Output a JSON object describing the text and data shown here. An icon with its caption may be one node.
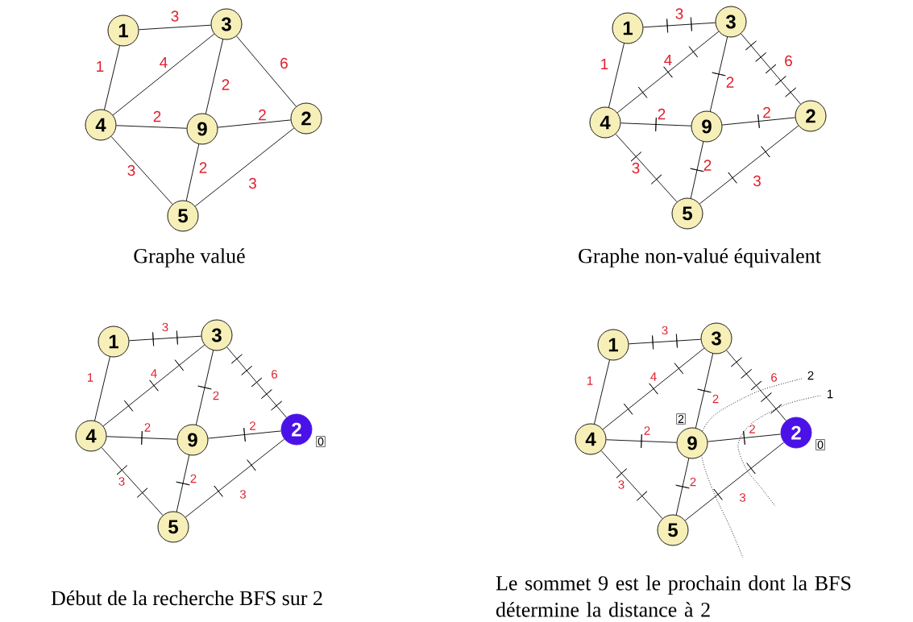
{
  "diagram": {
    "nodes": [
      {
        "text": [
          "1"
        ]
      },
      {
        "text": [
          "3"
        ]
      },
      {
        "text": [
          "4"
        ]
      },
      {
        "text": [
          "9"
        ]
      },
      {
        "text": [
          "2"
        ]
      },
      {
        "text": [
          "5"
        ]
      },
      {
        "text": [
          "1"
        ]
      },
      {
        "text": [
          "3"
        ]
      },
      {
        "text": [
          "4"
        ]
      },
      {
        "text": [
          "9"
        ]
      },
      {
        "text": [
          "2"
        ]
      },
      {
        "text": [
          "5"
        ]
      },
      {
        "text": [
          "1"
        ]
      },
      {
        "text": [
          "3"
        ]
      },
      {
        "text": [
          "4"
        ]
      },
      {
        "text": [
          "9"
        ]
      },
      {
        "text": [
          "2"
        ],
        "beside": [
          "0"
        ]
      },
      {
        "text": [
          "5"
        ]
      },
      {
        "text": [
          "1"
        ]
      },
      {
        "text": [
          "3"
        ]
      },
      {
        "text": [
          "4"
        ]
      },
      {
        "text": [
          "9"
        ],
        "beside": [
          "2"
        ]
      },
      {
        "text": [
          "2"
        ],
        "beside": [
          "0"
        ]
      },
      {
        "text": [
          "5"
        ]
      }
    ],
    "edges": [
      {
        "from": 0,
        "to": 1,
        "arrow": "none",
        "label": "3"
      },
      {
        "from": 0,
        "to": 2,
        "arrow": "none",
        "label": "1"
      },
      {
        "from": 1,
        "to": 2,
        "arrow": "none",
        "label": "4"
      },
      {
        "from": 1,
        "to": 3,
        "arrow": "none",
        "label": "2"
      },
      {
        "from": 1,
        "to": 4,
        "arrow": "none",
        "label": "6"
      },
      {
        "from": 2,
        "to": 3,
        "arrow": "none",
        "label": "2"
      },
      {
        "from": 3,
        "to": 4,
        "arrow": "none",
        "label": "2"
      },
      {
        "from": 2,
        "to": 5,
        "arrow": "none",
        "label": "3"
      },
      {
        "from": 3,
        "to": 5,
        "arrow": "none",
        "label": "2"
      },
      {
        "from": 4,
        "to": 5,
        "arrow": "none",
        "label": "3"
      },
      {
        "from": 6,
        "to": 7,
        "arrow": "none",
        "label": "3"
      },
      {
        "from": 6,
        "to": 8,
        "arrow": "none",
        "label": "1"
      },
      {
        "from": 7,
        "to": 8,
        "arrow": "none",
        "label": "4"
      },
      {
        "from": 7,
        "to": 9,
        "arrow": "none",
        "label": "2"
      },
      {
        "from": 7,
        "to": 10,
        "arrow": "none",
        "label": "6"
      },
      {
        "from": 8,
        "to": 9,
        "arrow": "none",
        "label": "2"
      },
      {
        "from": 9,
        "to": 10,
        "arrow": "none",
        "label": "2"
      },
      {
        "from": 8,
        "to": 11,
        "arrow": "none",
        "label": "3"
      },
      {
        "from": 9,
        "to": 11,
        "arrow": "none",
        "label": "2"
      },
      {
        "from": 10,
        "to": 11,
        "arrow": "none",
        "label": "3"
      },
      {
        "from": 12,
        "to": 13,
        "arrow": "none",
        "label": "3"
      },
      {
        "from": 12,
        "to": 14,
        "arrow": "none",
        "label": "1"
      },
      {
        "from": 13,
        "to": 14,
        "arrow": "none",
        "label": "4"
      },
      {
        "from": 13,
        "to": 15,
        "arrow": "none",
        "label": "2"
      },
      {
        "from": 13,
        "to": 16,
        "arrow": "none",
        "label": "6"
      },
      {
        "from": 14,
        "to": 15,
        "arrow": "none",
        "label": "2"
      },
      {
        "from": 15,
        "to": 16,
        "arrow": "none",
        "label": "2"
      },
      {
        "from": 14,
        "to": 17,
        "arrow": "none",
        "label": "3"
      },
      {
        "from": 15,
        "to": 17,
        "arrow": "none",
        "label": "2"
      },
      {
        "from": 16,
        "to": 17,
        "arrow": "none",
        "label": "3"
      },
      {
        "from": 18,
        "to": 19,
        "arrow": "none",
        "label": "3"
      },
      {
        "from": 18,
        "to": 20,
        "arrow": "none",
        "label": "1"
      },
      {
        "from": 19,
        "to": 20,
        "arrow": "none",
        "label": "4"
      },
      {
        "from": 19,
        "to": 21,
        "arrow": "none",
        "label": "2"
      },
      {
        "from": 19,
        "to": 22,
        "arrow": "none",
        "label": "6"
      },
      {
        "from": 20,
        "to": 21,
        "arrow": "none",
        "label": "2"
      },
      {
        "from": 21,
        "to": 22,
        "arrow": "none",
        "label": "2"
      },
      {
        "from": 20,
        "to": 23,
        "arrow": "none",
        "label": "3"
      },
      {
        "from": 21,
        "to": 23,
        "arrow": "none",
        "label": "2"
      },
      {
        "from": 22,
        "to": 23,
        "arrow": "none",
        "label": "3"
      }
    ],
    "labels": [
      "Graphe valué",
      "Graphe non-valué équivalent",
      "2",
      "1",
      "Début de la recherche BFS sur 2",
      "Le sommet 9 est le prochain dont la BFS détermine la distance à 2"
    ]
  }
}
